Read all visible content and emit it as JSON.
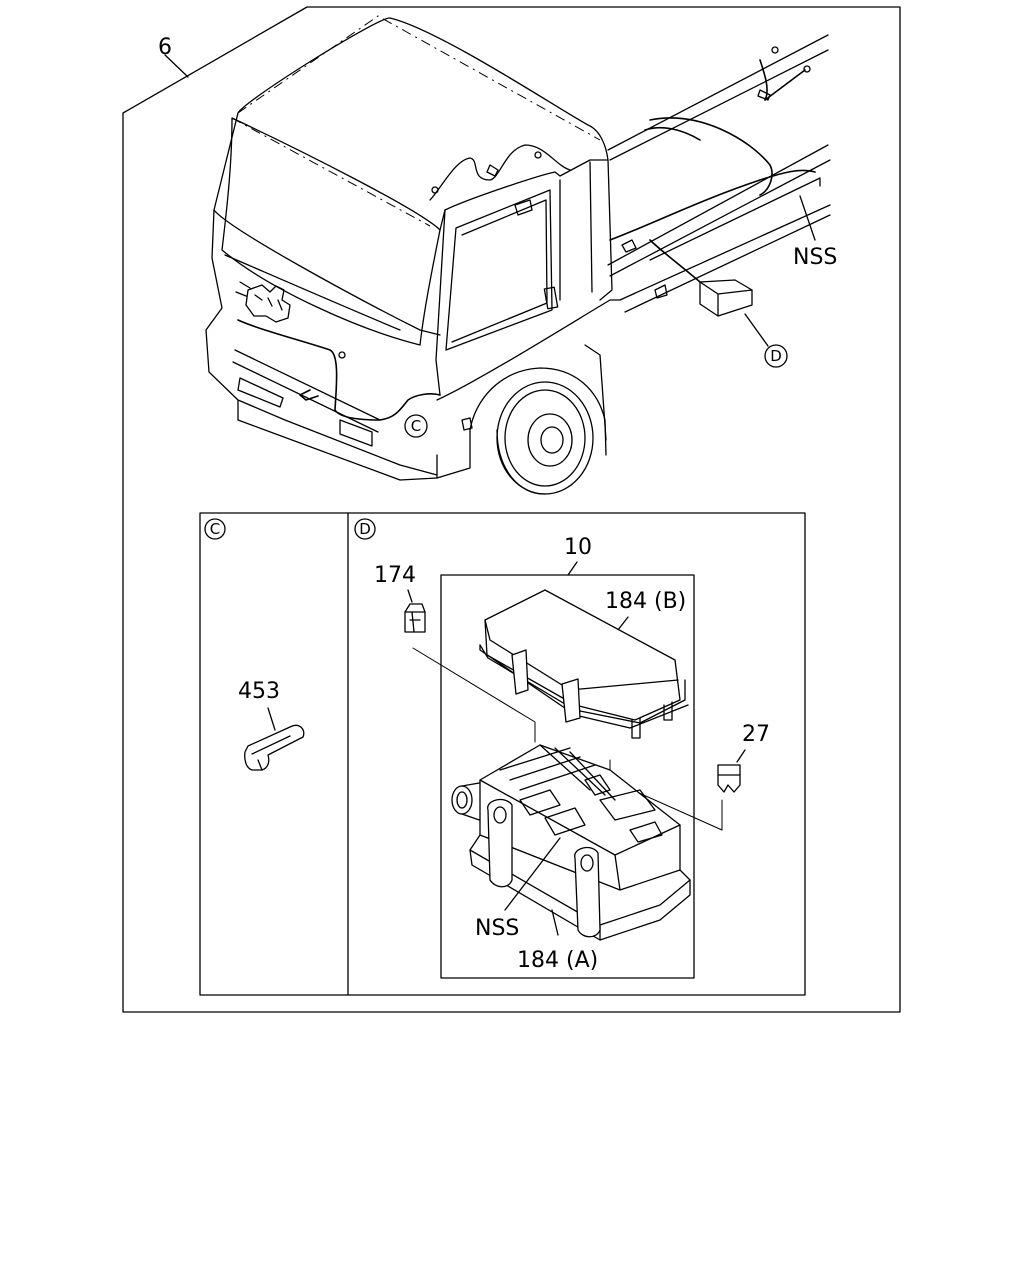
{
  "callouts": {
    "assembly": "6",
    "nss_top": "NSS",
    "view_c_marker": "C",
    "view_d_marker": "D",
    "panel_c_title": "C",
    "panel_d_title": "D",
    "fuse_box_assembly": "10",
    "relay": "174",
    "cover": "184 (B)",
    "clip": "453",
    "fuse": "27",
    "nss_box": "NSS",
    "base": "184 (A)"
  }
}
